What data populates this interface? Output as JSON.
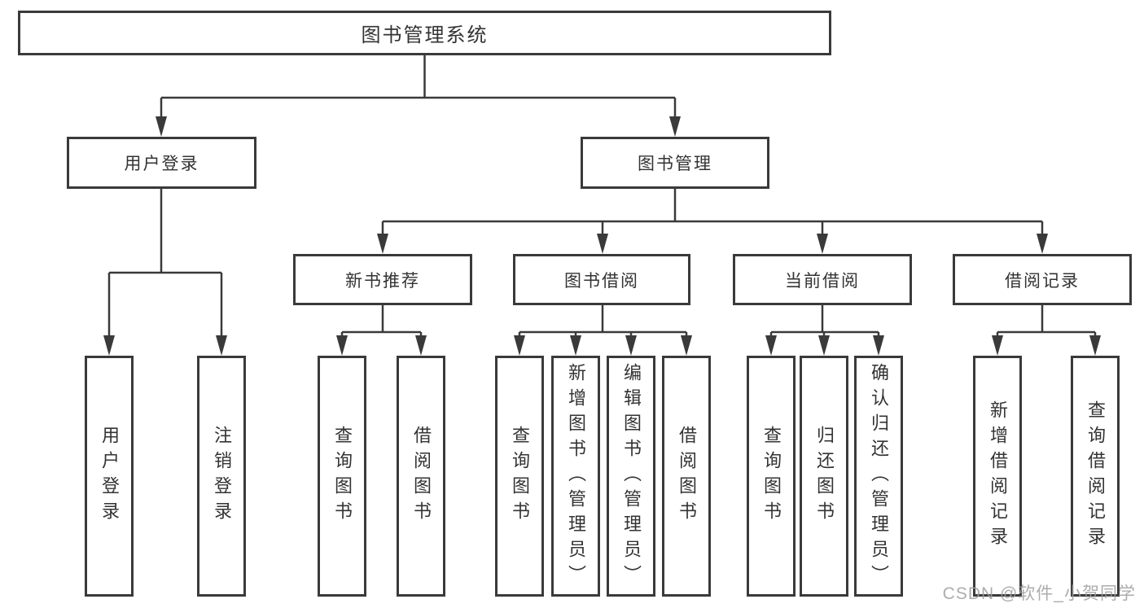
{
  "diagram": {
    "type": "hierarchy",
    "root": {
      "label": "图书管理系统"
    },
    "branches": [
      {
        "label": "用户登录",
        "children": [
          {
            "label": "用户登录"
          },
          {
            "label": "注销登录"
          }
        ]
      },
      {
        "label": "图书管理",
        "children": [
          {
            "label": "新书推荐",
            "children": [
              {
                "label": "查询图书"
              },
              {
                "label": "借阅图书"
              }
            ]
          },
          {
            "label": "图书借阅",
            "children": [
              {
                "label": "查询图书"
              },
              {
                "label": "新增图书（管理员）"
              },
              {
                "label": "编辑图书（管理员）"
              },
              {
                "label": "借阅图书"
              }
            ]
          },
          {
            "label": "当前借阅",
            "children": [
              {
                "label": "查询图书"
              },
              {
                "label": "归还图书"
              },
              {
                "label": "确认归还（管理员）"
              }
            ]
          },
          {
            "label": "借阅记录",
            "children": [
              {
                "label": "新增借阅记录"
              },
              {
                "label": "查询借阅记录"
              }
            ]
          }
        ]
      }
    ],
    "watermark": "CSDN @软件_小贺同学",
    "colors": {
      "line": "#3a3a3a",
      "text": "#333333",
      "background": "#ffffff",
      "watermark": "#9e9e9e"
    }
  }
}
